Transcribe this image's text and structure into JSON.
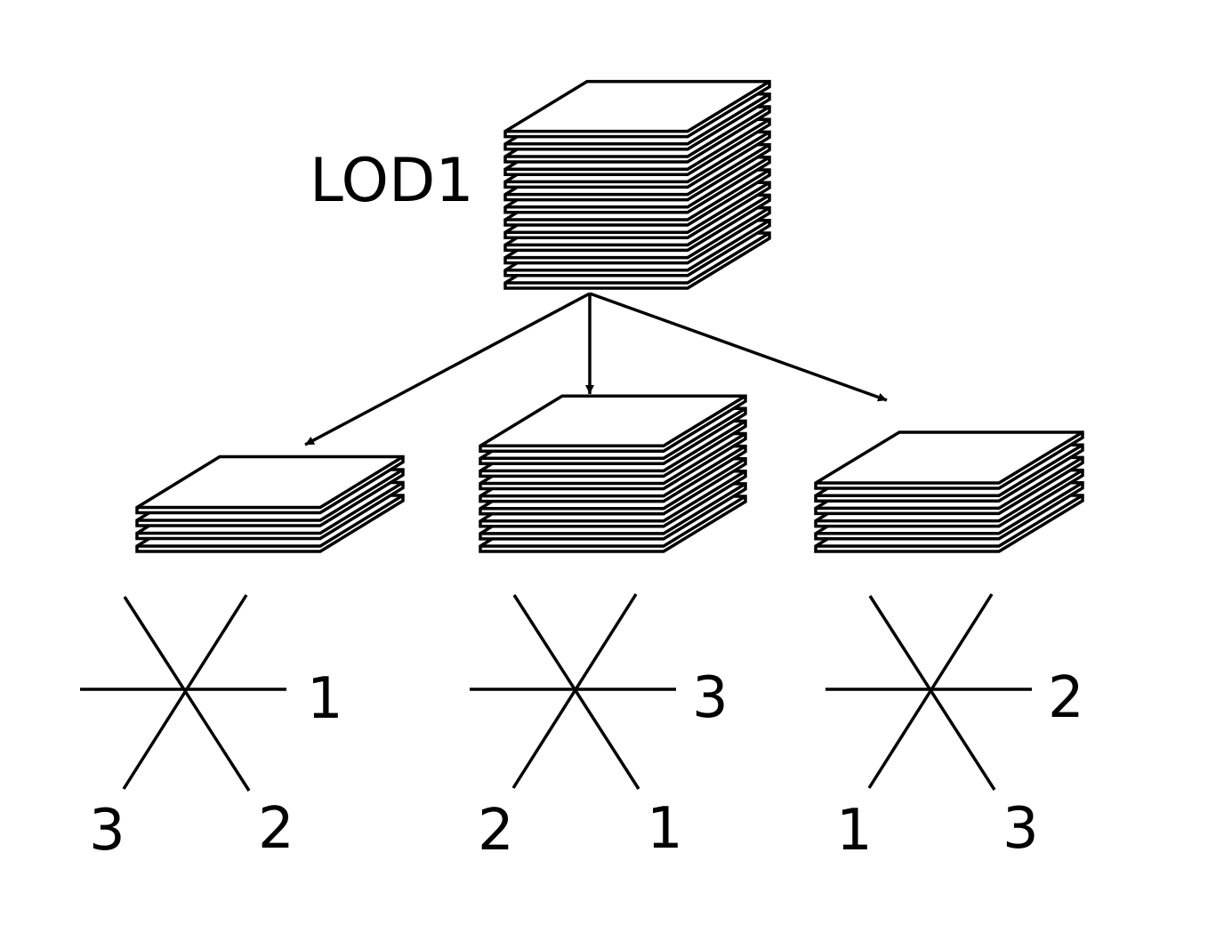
{
  "root": {
    "label": "LOD1",
    "layers": 13
  },
  "children": [
    {
      "layers": 4,
      "axis_labels": {
        "right": "1",
        "lower_left": "3",
        "lower_right": "2"
      }
    },
    {
      "layers": 9,
      "axis_labels": {
        "right": "3",
        "lower_left": "2",
        "lower_right": "1"
      }
    },
    {
      "layers": 6,
      "axis_labels": {
        "right": "2",
        "lower_left": "1",
        "lower_right": "3"
      }
    }
  ],
  "colors": {
    "stroke": "#000000",
    "fill": "#ffffff"
  }
}
